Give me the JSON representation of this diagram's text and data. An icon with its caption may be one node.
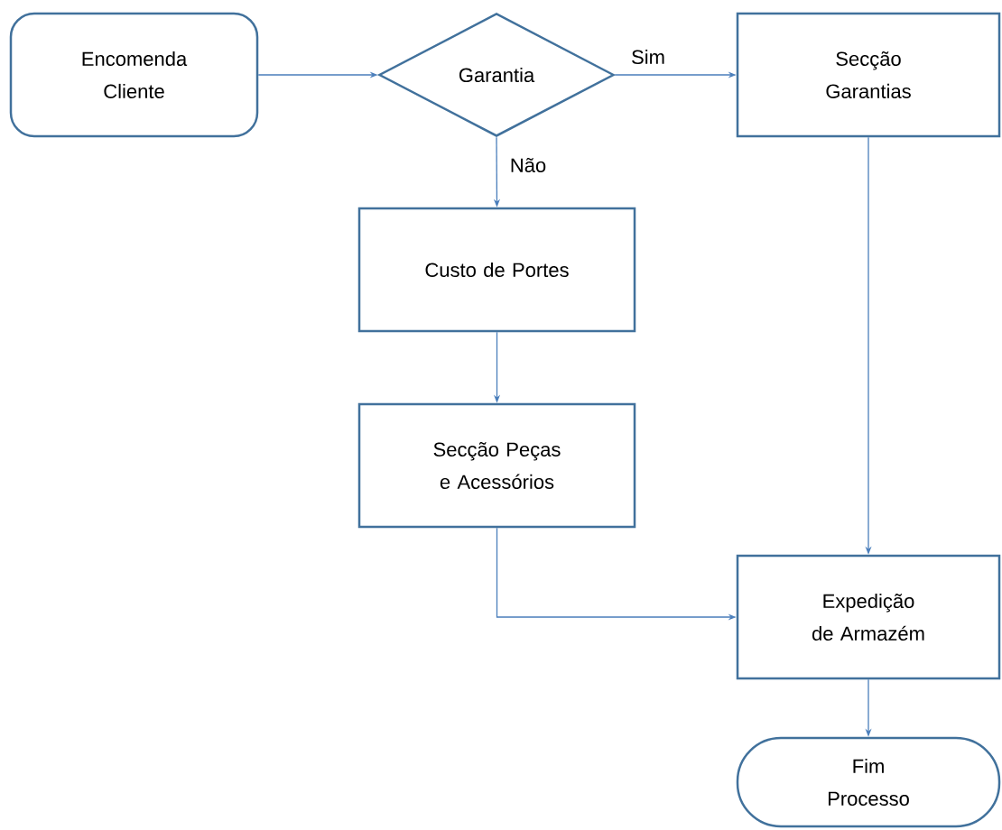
{
  "diagram": {
    "nodes": [
      {
        "text": [
          "Encomenda Cliente"
        ]
      },
      {
        "text": [
          "Garantia"
        ]
      },
      {
        "text": [
          "Secção Garantias"
        ]
      },
      {
        "text": [
          "Custo de Portes"
        ]
      },
      {
        "text": [
          "Secção Peças e Acessórios"
        ]
      },
      {
        "text": [
          "Expedição de Armazém"
        ]
      },
      {
        "text": [
          "Fim Processo"
        ]
      }
    ],
    "edges": [
      {
        "from": 0,
        "to": 1,
        "arrow": "to"
      },
      {
        "from": 1,
        "to": 2,
        "arrow": "to",
        "label": "Sim"
      },
      {
        "from": 1,
        "to": 3,
        "arrow": "to",
        "label": "Não"
      },
      {
        "from": 3,
        "to": 4,
        "arrow": "to"
      },
      {
        "from": 2,
        "to": 5,
        "arrow": "to"
      },
      {
        "from": 4,
        "to": 5,
        "arrow": "to"
      },
      {
        "from": 5,
        "to": 6,
        "arrow": "to"
      }
    ]
  }
}
